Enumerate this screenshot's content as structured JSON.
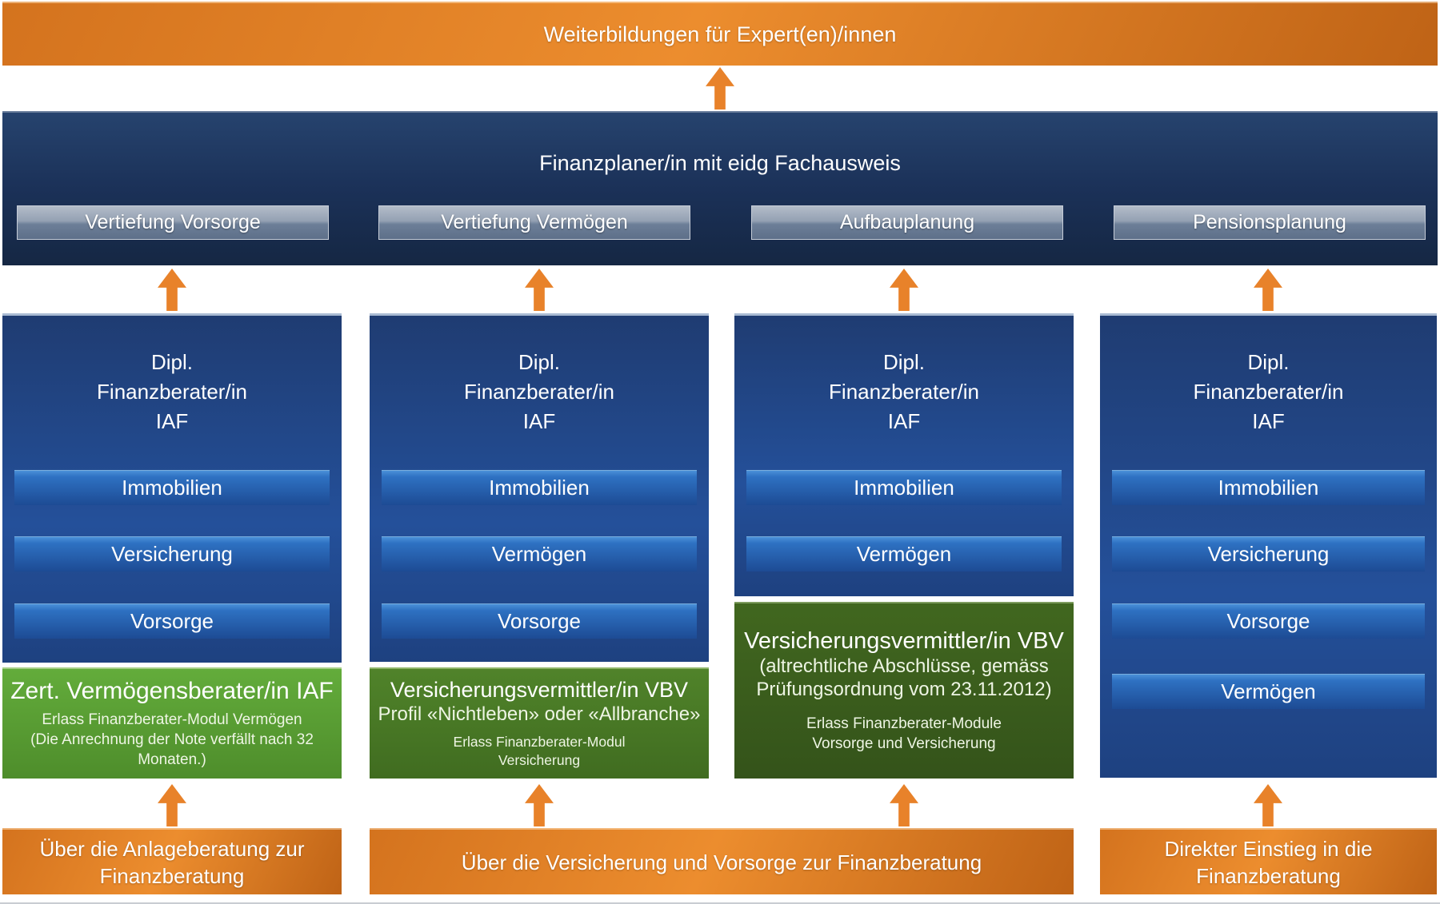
{
  "top_banner": {
    "label": "Weiterbildungen für Expert(en)/innen"
  },
  "finanzplaner_box": {
    "title": "Finanzplaner/in mit eidg Fachausweis",
    "modules": [
      "Vertiefung Vorsorge",
      "Vertiefung Vermögen",
      "Aufbauplanung",
      "Pensionsplanung"
    ]
  },
  "columns": [
    {
      "diploma": "Dipl.\nFinanzberater/in\nIAF",
      "modules": [
        "Immobilien",
        "Versicherung",
        "Vorsorge"
      ],
      "cert": {
        "title": "Zert. Vermögensberater/in IAF",
        "notes": "Erlass Finanzberater-Modul  Vermögen\n(Die Anrechnung der Note verfällt nach 32 Monaten.)"
      }
    },
    {
      "diploma": "Dipl.\nFinanzberater/in\nIAF",
      "modules": [
        "Immobilien",
        "Vermögen",
        "Vorsorge"
      ],
      "cert": {
        "title": "Versicherungsvermittler/in VBV",
        "subtitle": "Profil «Nichtleben» oder «Allbranche»",
        "notes": "Erlass Finanzberater-Modul\nVersicherung"
      }
    },
    {
      "diploma": "Dipl.\nFinanzberater/in\nIAF",
      "modules": [
        "Immobilien",
        "Vermögen"
      ],
      "cert": {
        "title": "Versicherungsvermittler/in VBV",
        "subtitle": "(altrechtliche Abschlüsse, gemäss\nPrüfungsordnung vom 23.11.2012)",
        "notes": "Erlass Finanzberater-Module\nVorsorge und Versicherung"
      }
    },
    {
      "diploma": "Dipl.\nFinanzberater/in\nIAF",
      "modules": [
        "Immobilien",
        "Versicherung",
        "Vorsorge",
        "Vermögen"
      ]
    }
  ],
  "entry_banners": [
    {
      "label": "Über die Anlageberatung zur\nFinanzberatung"
    },
    {
      "label": "Über die Versicherung und Vorsorge zur Finanzberatung"
    },
    {
      "label": "Direkter Einstieg in die\nFinanzberatung"
    }
  ],
  "colors": {
    "orange": "#e8822a",
    "navy": "#1b3158",
    "blue": "#24509a",
    "green_bright": "#5ca33a",
    "green_mid": "#477827",
    "green_dark": "#3a5c1e",
    "gray_button": "#8e9cb0"
  }
}
